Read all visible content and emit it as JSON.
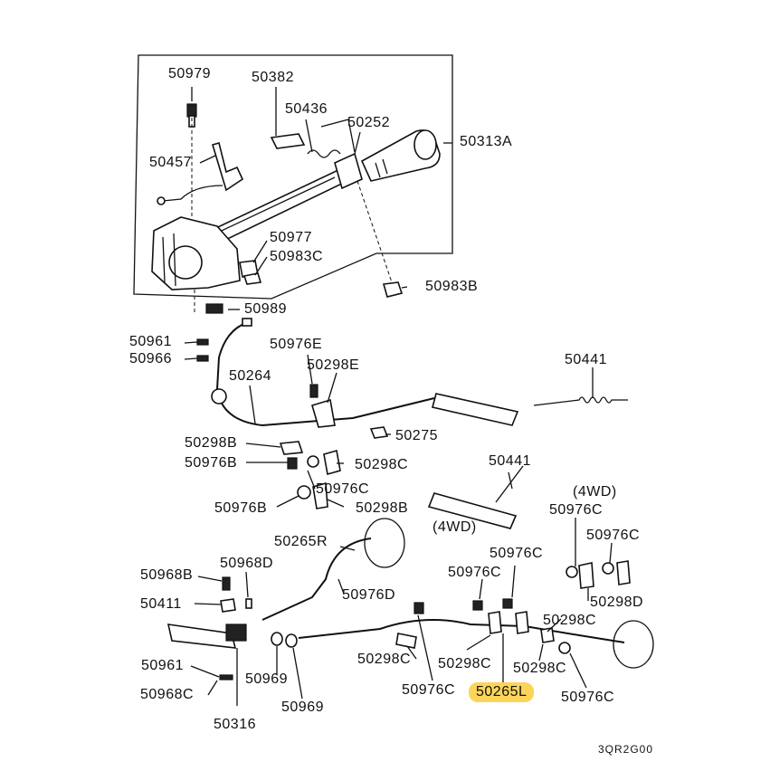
{
  "diagram": {
    "labels": {
      "l50979": "50979",
      "l50382": "50382",
      "l50436": "50436",
      "l50252": "50252",
      "l50313A": "50313A",
      "l50457": "50457",
      "l50977": "50977",
      "l50983C": "50983C",
      "l50983B": "50983B",
      "l50989": "50989",
      "l50961a": "50961",
      "l50966": "50966",
      "l50976E": "50976E",
      "l50298E": "50298E",
      "l50264": "50264",
      "l50441a": "50441",
      "l50275": "50275",
      "l50298B_a": "50298B",
      "l50976B_a": "50976B",
      "l50298C_a": "50298C",
      "l50976C_a": "50976C",
      "l50976B_b": "50976B",
      "l50298B_b": "50298B",
      "l50441b": "50441",
      "l4WD_a": "(4WD)",
      "l4WD_b": "(4WD)",
      "l50976C_b": "50976C",
      "l50976C_c": "50976C",
      "l50265R": "50265R",
      "l50968B": "50968B",
      "l50968D": "50968D",
      "l50976D": "50976D",
      "l50976C_d": "50976C",
      "l50976C_e": "50976C",
      "l50411": "50411",
      "l50298D": "50298D",
      "l50298C_b": "50298C",
      "l50961b": "50961",
      "l50969a": "50969",
      "l50298C_c": "50298C",
      "l50298C_d": "50298C",
      "l50298C_e": "50298C",
      "l50968C": "50968C",
      "l50976C_f": "50976C",
      "l50265L": "50265L",
      "l50976C_g": "50976C",
      "l50969b": "50969",
      "l50316": "50316",
      "code": "3QR2G00"
    }
  }
}
